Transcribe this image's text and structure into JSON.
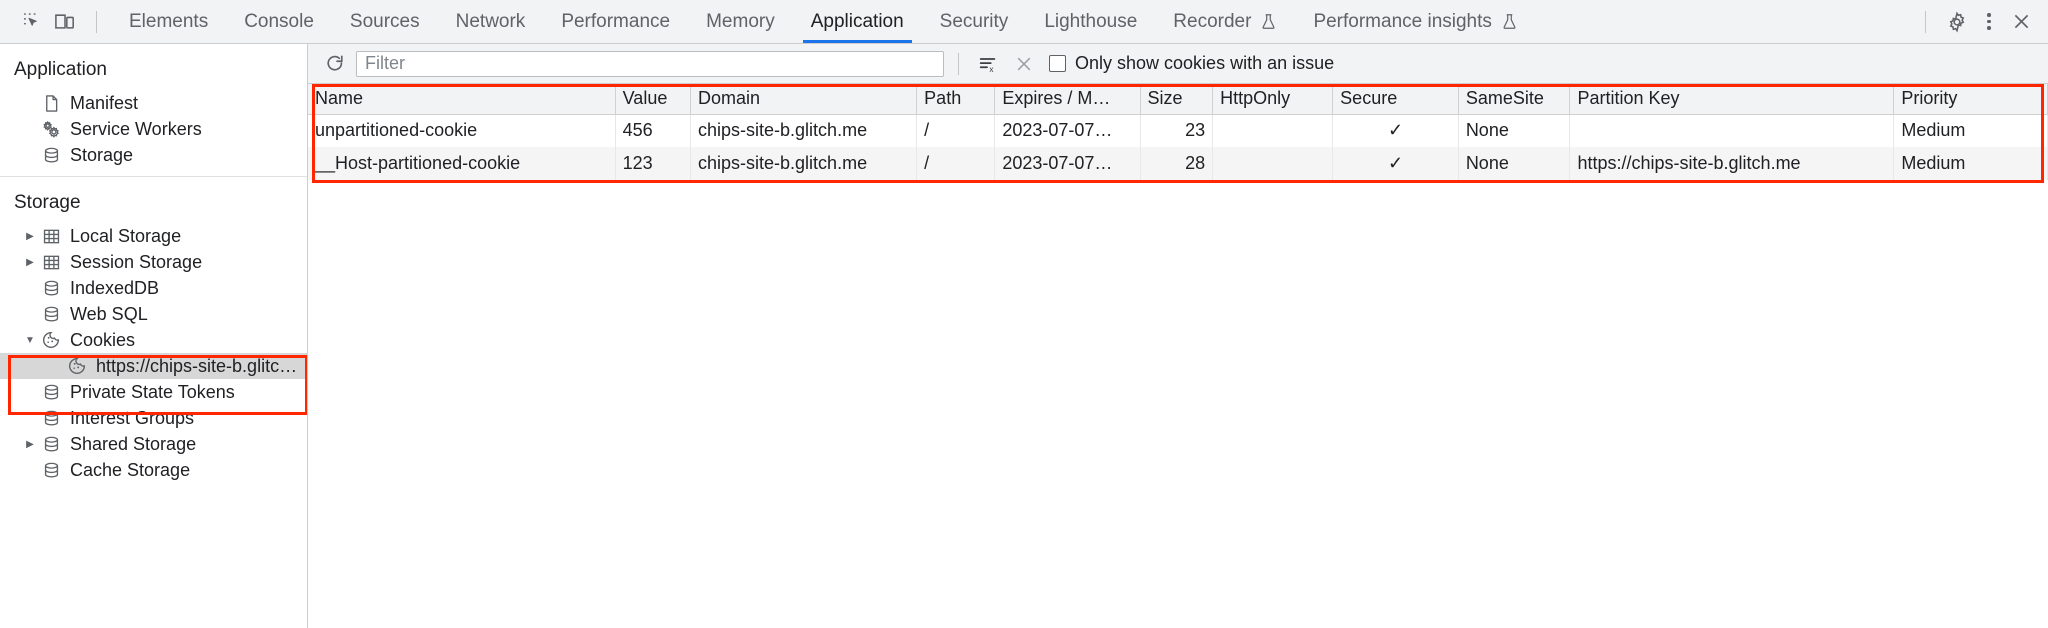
{
  "toolbar": {
    "inspect_icon": "inspect-cursor-icon",
    "device_toggle_icon": "device-toolbar-icon",
    "tabs": [
      {
        "label": "Elements",
        "active": false,
        "experimental": false
      },
      {
        "label": "Console",
        "active": false,
        "experimental": false
      },
      {
        "label": "Sources",
        "active": false,
        "experimental": false
      },
      {
        "label": "Network",
        "active": false,
        "experimental": false
      },
      {
        "label": "Performance",
        "active": false,
        "experimental": false
      },
      {
        "label": "Memory",
        "active": false,
        "experimental": false
      },
      {
        "label": "Application",
        "active": true,
        "experimental": false
      },
      {
        "label": "Security",
        "active": false,
        "experimental": false
      },
      {
        "label": "Lighthouse",
        "active": false,
        "experimental": false
      },
      {
        "label": "Recorder",
        "active": false,
        "experimental": true
      },
      {
        "label": "Performance insights",
        "active": false,
        "experimental": true
      }
    ],
    "settings_icon": "gear-icon",
    "more_icon": "kebab-menu-icon",
    "close_icon": "close-icon",
    "active_tab_underline_color": "#1a73e8"
  },
  "sidebar": {
    "sections": [
      {
        "title": "Application",
        "items": [
          {
            "label": "Manifest",
            "icon": "document-icon",
            "twisty": "none",
            "selected": false,
            "indent": 1
          },
          {
            "label": "Service Workers",
            "icon": "gears-icon",
            "twisty": "none",
            "selected": false,
            "indent": 1
          },
          {
            "label": "Storage",
            "icon": "database-icon",
            "twisty": "none",
            "selected": false,
            "indent": 1
          }
        ]
      },
      {
        "title": "Storage",
        "items": [
          {
            "label": "Local Storage",
            "icon": "table-icon",
            "twisty": "collapsed",
            "selected": false,
            "indent": 1
          },
          {
            "label": "Session Storage",
            "icon": "table-icon",
            "twisty": "collapsed",
            "selected": false,
            "indent": 1
          },
          {
            "label": "IndexedDB",
            "icon": "database-icon",
            "twisty": "none",
            "selected": false,
            "indent": 1
          },
          {
            "label": "Web SQL",
            "icon": "database-icon",
            "twisty": "none",
            "selected": false,
            "indent": 1
          },
          {
            "label": "Cookies",
            "icon": "cookie-icon",
            "twisty": "expanded",
            "selected": false,
            "indent": 1
          },
          {
            "label": "https://chips-site-b.glitch.me",
            "icon": "cookie-icon",
            "twisty": "none",
            "selected": true,
            "indent": 2
          },
          {
            "label": "Private State Tokens",
            "icon": "database-icon",
            "twisty": "none",
            "selected": false,
            "indent": 1
          },
          {
            "label": "Interest Groups",
            "icon": "database-icon",
            "twisty": "none",
            "selected": false,
            "indent": 1
          },
          {
            "label": "Shared Storage",
            "icon": "database-icon",
            "twisty": "collapsed",
            "selected": false,
            "indent": 1
          },
          {
            "label": "Cache Storage",
            "icon": "database-icon",
            "twisty": "none",
            "selected": false,
            "indent": 1
          }
        ]
      }
    ],
    "highlight_color": "#ff2600"
  },
  "filterbar": {
    "refresh_icon": "refresh-icon",
    "filter_value": "",
    "filter_placeholder": "Filter",
    "clear_filtered_icon": "clear-filter-icon",
    "clear_all_icon": "close-x-icon",
    "checkbox_label": "Only show cookies with an issue",
    "checkbox_checked": false
  },
  "table": {
    "highlight_color": "#ff2600",
    "columns": [
      "Name",
      "Value",
      "Domain",
      "Path",
      "Expires / M…",
      "Size",
      "HttpOnly",
      "Secure",
      "SameSite",
      "Partition Key",
      "Priority"
    ],
    "rows": [
      {
        "name": "unpartitioned-cookie",
        "value": "456",
        "domain": "chips-site-b.glitch.me",
        "path": "/",
        "expires": "2023-07-07…",
        "size": "23",
        "httponly": "",
        "secure": "✓",
        "samesite": "None",
        "partition_key": "",
        "priority": "Medium"
      },
      {
        "name": "__Host-partitioned-cookie",
        "value": "123",
        "domain": "chips-site-b.glitch.me",
        "path": "/",
        "expires": "2023-07-07…",
        "size": "28",
        "httponly": "",
        "secure": "✓",
        "samesite": "None",
        "partition_key": "https://chips-site-b.glitch.me",
        "priority": "Medium"
      }
    ]
  }
}
